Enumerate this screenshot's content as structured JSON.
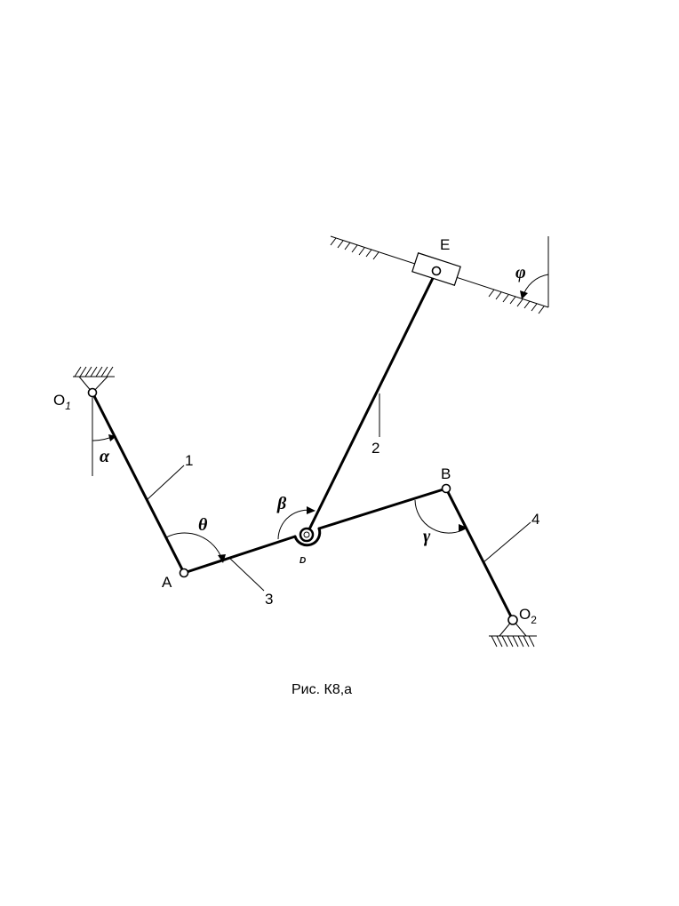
{
  "points": {
    "O1": "O",
    "O1_sub": "1",
    "A": "A",
    "B": "B",
    "D": "D",
    "E": "E",
    "O2": "O",
    "O2_sub": "2"
  },
  "links": {
    "link1": "1",
    "link2": "2",
    "link3": "3",
    "link4": "4"
  },
  "angles": {
    "alpha": "α",
    "beta": "β",
    "gamma": "γ",
    "theta": "θ",
    "phi": "φ"
  },
  "caption": "Рис. К8,а"
}
